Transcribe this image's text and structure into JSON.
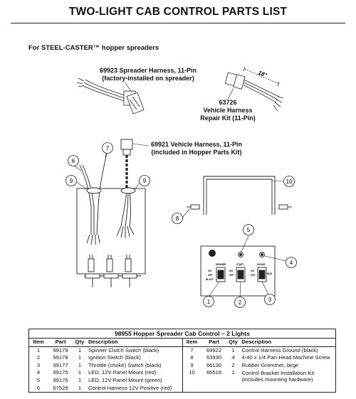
{
  "title": "TWO-LIGHT CAB CONTROL PARTS LIST",
  "subtitle": "For STEEL-CASTER™ hopper spreaders",
  "callouts": {
    "spreader_harness": {
      "line1": "69923 Spreader Harness, 11-Pin",
      "line2": "(factory-installed on spreader)"
    },
    "repair_kit": {
      "line1": "63726",
      "line2": "Vehicle Harness",
      "line3": "Repair Kit (11-Pin)"
    },
    "dimension": "18\"",
    "vehicle_harness": {
      "line1": "69921 Vehicle Harness, 11-Pin",
      "line2": "(included in Hopper Parts Kit)"
    }
  },
  "item_labels": {
    "l1": "1",
    "l2": "2",
    "l3": "3",
    "l4": "4",
    "l5": "5",
    "l6": "6",
    "l7": "7",
    "l8": "8",
    "l9a": "9",
    "l9b": "9",
    "l10": "10"
  },
  "panel": {
    "spinner": "SPINNER",
    "start": "START",
    "choke": "CHOKE",
    "on": "ON",
    "off": "OFF",
    "blast": "BLAST",
    "run": "RUN"
  },
  "table": {
    "title": "98955  Hopper Spreader Cab Control – 2 Lights",
    "headers": {
      "item": "Item",
      "part": "Part",
      "qty": "Qty",
      "desc": "Description"
    },
    "left": [
      {
        "item": "1",
        "part": "99179",
        "qty": "1",
        "desc": "Spinner Clutch Switch (black)"
      },
      {
        "item": "2",
        "part": "99178",
        "qty": "1",
        "desc": "Ignition Switch (black)"
      },
      {
        "item": "3",
        "part": "99177",
        "qty": "1",
        "desc": "Throttle (choke) Switch (black)"
      },
      {
        "item": "4",
        "part": "99175",
        "qty": "1",
        "desc": "LED, 12V Panel Mount (red)"
      },
      {
        "item": "5",
        "part": "99176",
        "qty": "1",
        "desc": "LED, 12V Panel Mount (green)"
      },
      {
        "item": "6",
        "part": "67526",
        "qty": "1",
        "desc": "Control Harness 12V Positive (red)"
      }
    ],
    "right": [
      {
        "item": "7",
        "part": "69922",
        "qty": "1",
        "desc": "Control Harness Ground (black)"
      },
      {
        "item": "8",
        "part": "63930",
        "qty": "4",
        "desc": "4-40 x 1/4 Pan-Head Machine Screw"
      },
      {
        "item": "9",
        "part": "66130",
        "qty": "2",
        "desc": "Rubber Grommet, large"
      },
      {
        "item": "10",
        "part": "65516",
        "qty": "1",
        "desc": "Control Bracket Installation Kit (includes mounting hardware)"
      }
    ]
  }
}
